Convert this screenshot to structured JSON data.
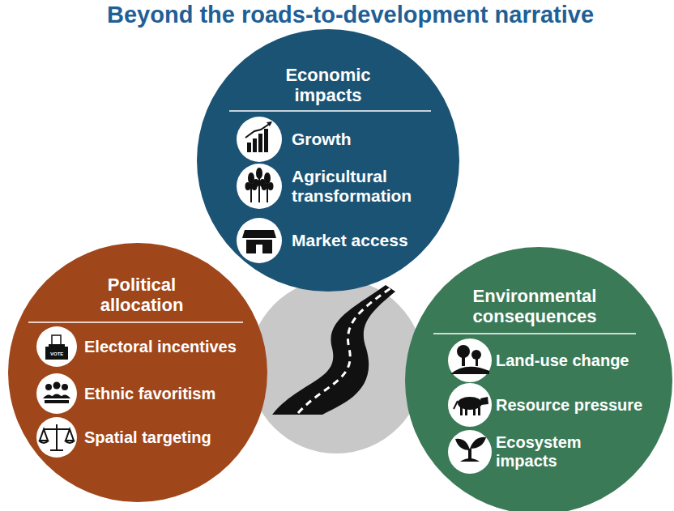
{
  "diagram": {
    "title": "Beyond the roads-to-development narrative",
    "nodes": [
      {
        "text": [
          "Economic impacts",
          "Growth",
          "Agricultural transformation",
          "Market access"
        ]
      },
      {
        "text": [
          "Political allocation",
          "Electoral incentives",
          "Ethnic favoritism",
          "Spatial targeting"
        ]
      },
      {
        "text": [
          "Environmental consequences",
          "Land-use change",
          "Resource pressure",
          "Ecosystem impacts"
        ]
      }
    ],
    "edges": [],
    "labels": [
      "VOTE"
    ]
  }
}
